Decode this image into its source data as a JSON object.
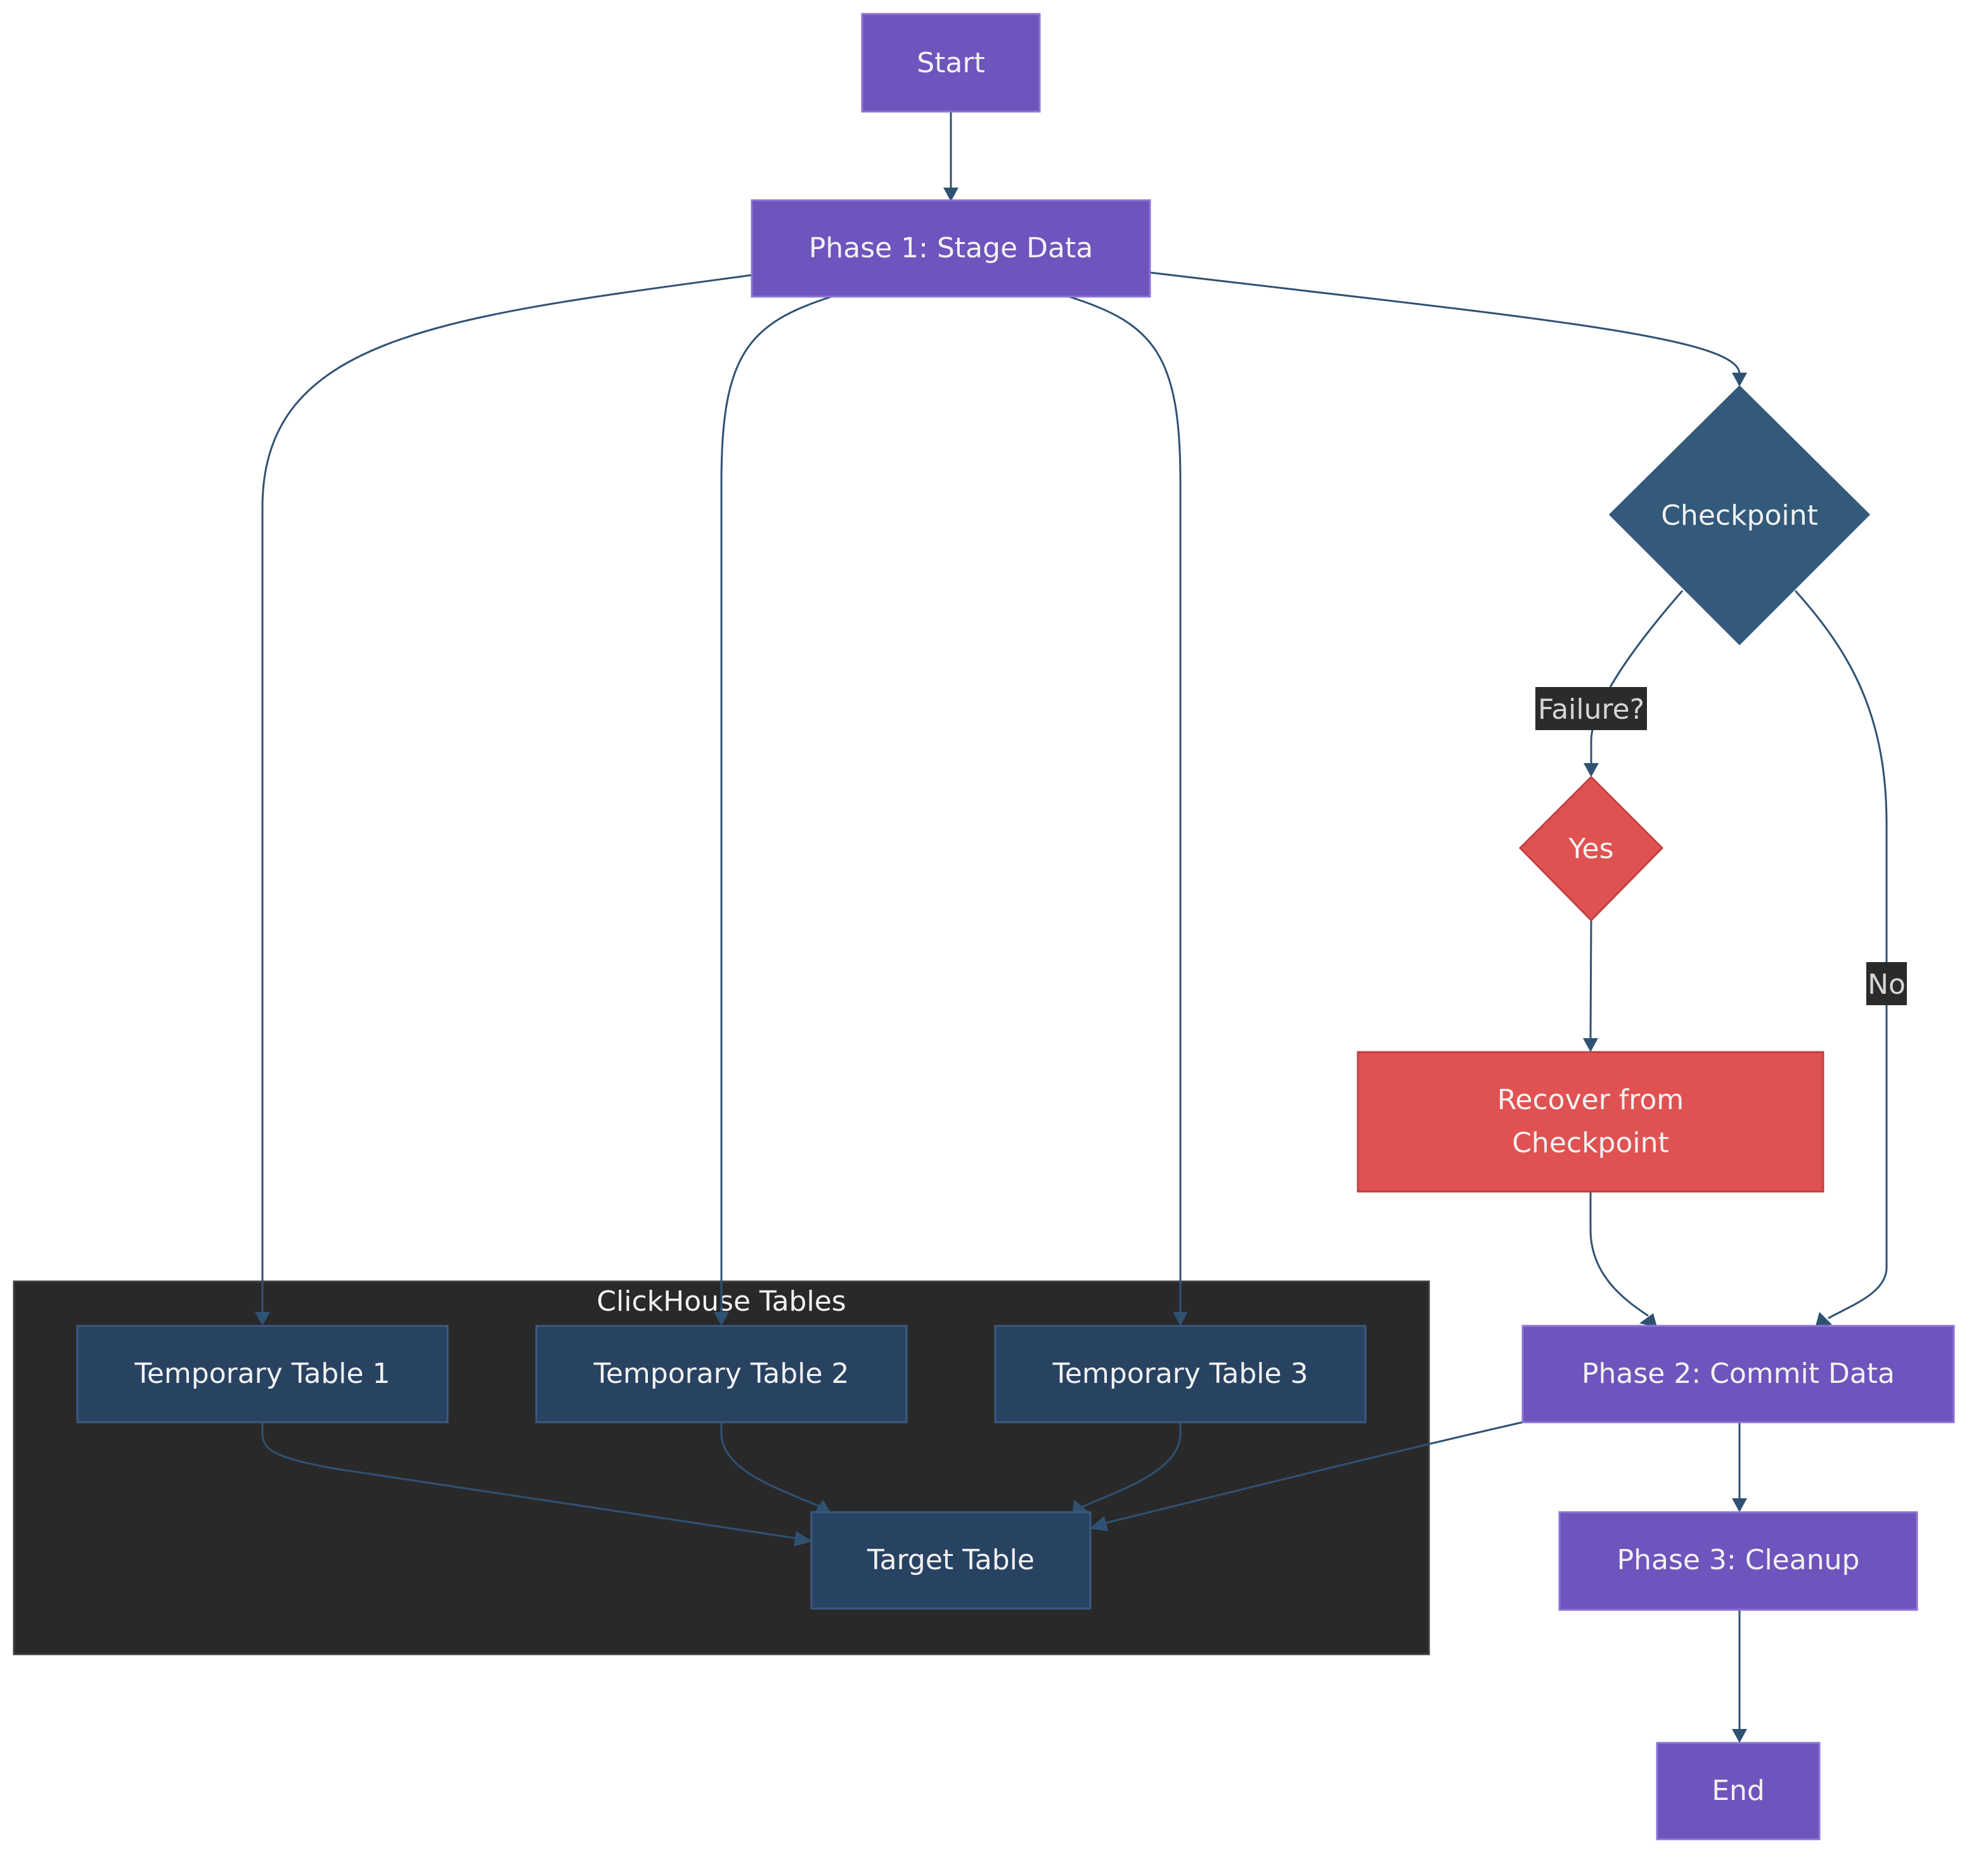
{
  "colors": {
    "phase_fill": "#6f54bd",
    "phase_stroke": "#8c74d6",
    "table_fill": "#284262",
    "table_stroke": "#3b5a80",
    "checkpoint_fill": "#33597b",
    "alert_fill": "#e05252",
    "alert_stroke": "#c04040",
    "cluster_fill": "#292929",
    "cluster_stroke": "#3d3d3d",
    "edge": "#2f5273",
    "edge_label_bg": "#2b2b2b",
    "text": "#f2f2f2"
  },
  "cluster": {
    "title": "ClickHouse Tables"
  },
  "nodes": {
    "start": "Start",
    "phase1": "Phase 1: Stage Data",
    "checkpoint": "Checkpoint",
    "yes": "Yes",
    "recover_line1": "Recover from",
    "recover_line2": "Checkpoint",
    "temp1": "Temporary Table 1",
    "temp2": "Temporary Table 2",
    "temp3": "Temporary Table 3",
    "target": "Target Table",
    "phase2": "Phase 2: Commit Data",
    "phase3": "Phase 3: Cleanup",
    "end": "End"
  },
  "edge_labels": {
    "failure": "Failure?",
    "no": "No"
  }
}
